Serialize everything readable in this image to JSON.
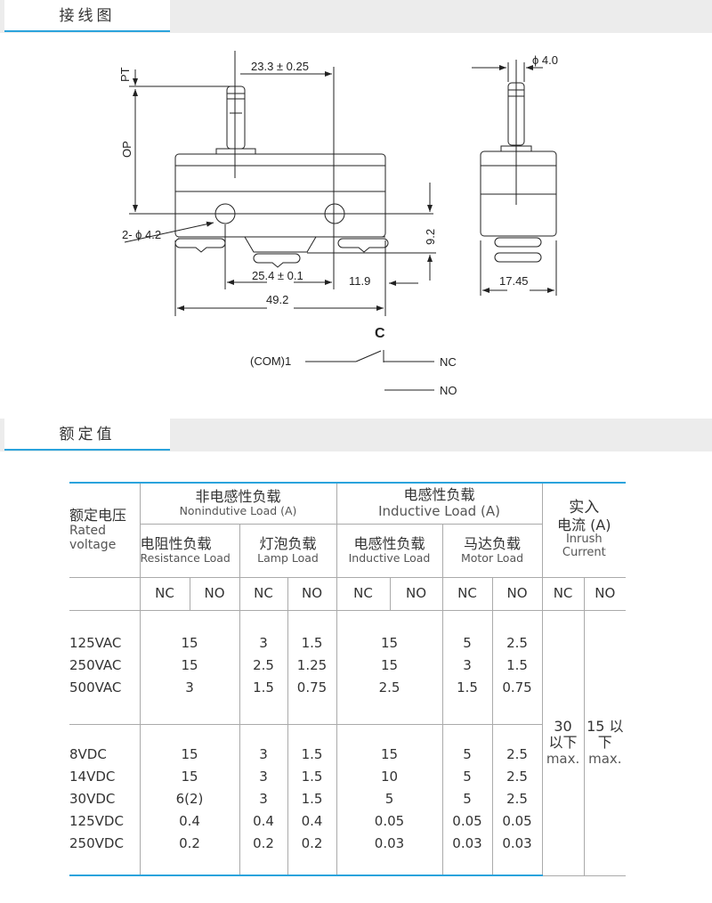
{
  "sections": {
    "wiring": "接线图",
    "rating": "额定值"
  },
  "drawing": {
    "pt": "PT",
    "op": "OP",
    "dim_23": "23.3 ± 0.25",
    "hole": "2- ϕ 4.2",
    "dim_92": "9.2",
    "dim_254": "25.4 ± 0.1",
    "dim_119": "11.9",
    "dim_492": "49.2",
    "phi40": "ϕ 4.0",
    "dim_1745": "17.45",
    "c": "C",
    "com": "(COM)1",
    "nc": "NC",
    "no": "NO"
  },
  "table": {
    "rated_cn": "额定电压",
    "rated_en1": "Rated",
    "rated_en2": "voltage",
    "noninductive_cn": "非电感性负载",
    "noninductive_en": "Nonindutive Load (A)",
    "inductive_cn": "电感性负载",
    "inductive_en": "Inductive Load (A)",
    "inrush_cn1": "实入",
    "inrush_cn2": "电流 (A)",
    "inrush_en": "Inrush Current",
    "resist_cn": "电阻性负载",
    "resist_en": "Resistance Load",
    "lamp_cn": "灯泡负载",
    "lamp_en": "Lamp Load",
    "induct_cn": "电感性负载",
    "induct_en": "Inductive Load",
    "motor_cn": "马达负载",
    "motor_en": "Motor Load",
    "nc": "NC",
    "no": "NO",
    "ac": {
      "v": [
        "125VAC",
        "250VAC",
        "500VAC"
      ],
      "res": [
        "15",
        "15",
        "3"
      ],
      "lnc": [
        "3",
        "2.5",
        "1.5"
      ],
      "lno": [
        "1.5",
        "1.25",
        "0.75"
      ],
      "ind": [
        "15",
        "15",
        "2.5"
      ],
      "mnc": [
        "5",
        "3",
        "1.5"
      ],
      "mno": [
        "2.5",
        "1.5",
        "0.75"
      ]
    },
    "dc": {
      "v": [
        "8VDC",
        "14VDC",
        "30VDC",
        "125VDC",
        "250VDC"
      ],
      "res": [
        "15",
        "15",
        "6(2)",
        "0.4",
        "0.2"
      ],
      "lnc": [
        "3",
        "3",
        "3",
        "0.4",
        "0.2"
      ],
      "lno": [
        "1.5",
        "1.5",
        "1.5",
        "0.4",
        "0.2"
      ],
      "ind": [
        "15",
        "10",
        "5",
        "0.05",
        "0.03"
      ],
      "mnc": [
        "5",
        "5",
        "5",
        "0.05",
        "0.03"
      ],
      "mno": [
        "2.5",
        "2.5",
        "2.5",
        "0.05",
        "0.03"
      ]
    },
    "inrush_nc": [
      "30",
      "以下",
      "max."
    ],
    "inrush_no": [
      "15 以",
      "下",
      "max."
    ]
  }
}
